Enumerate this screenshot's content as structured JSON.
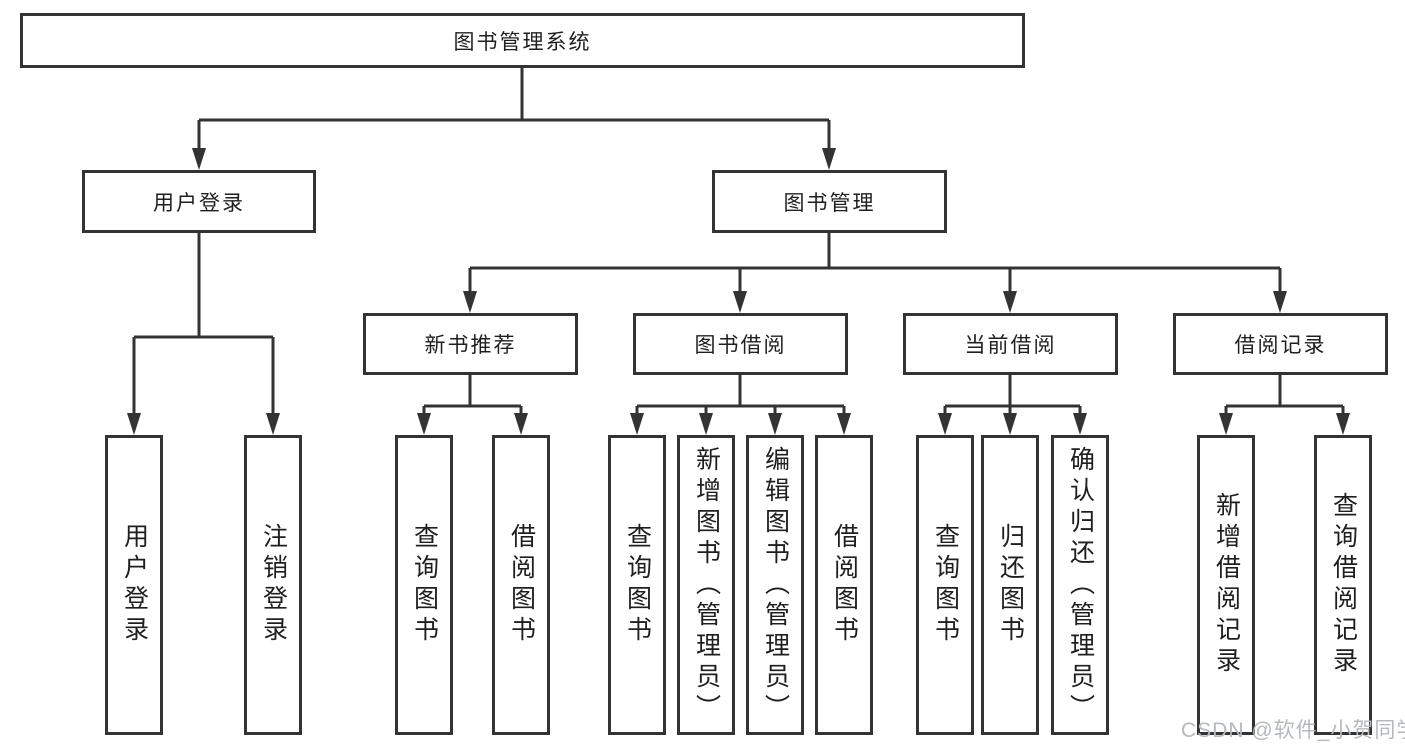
{
  "colors": {
    "background": "#ffffff",
    "box_border": "#333333",
    "connector_line": "#333333",
    "text": "#1f1f1f",
    "watermark_text": "#b4b9be"
  },
  "tree": {
    "root": {
      "label": "图书管理系统"
    },
    "level2": [
      {
        "label": "用户登录",
        "children": [
          {
            "label": "用户登录"
          },
          {
            "label": "注销登录"
          }
        ]
      },
      {
        "label": "图书管理",
        "sections": [
          {
            "label": "新书推荐",
            "children": [
              {
                "label": "查询图书"
              },
              {
                "label": "借阅图书"
              }
            ]
          },
          {
            "label": "图书借阅",
            "children": [
              {
                "label": "查询图书"
              },
              {
                "label": "新增图书（管理员）"
              },
              {
                "label": "编辑图书（管理员）"
              },
              {
                "label": "借阅图书"
              }
            ]
          },
          {
            "label": "当前借阅",
            "children": [
              {
                "label": "查询图书"
              },
              {
                "label": "归还图书"
              },
              {
                "label": "确认归还（管理员）"
              }
            ]
          },
          {
            "label": "借阅记录",
            "children": [
              {
                "label": "新增借阅记录"
              },
              {
                "label": "查询借阅记录"
              }
            ]
          }
        ]
      }
    ]
  },
  "watermark": {
    "text": "CSDN @软件_小贺同学"
  }
}
